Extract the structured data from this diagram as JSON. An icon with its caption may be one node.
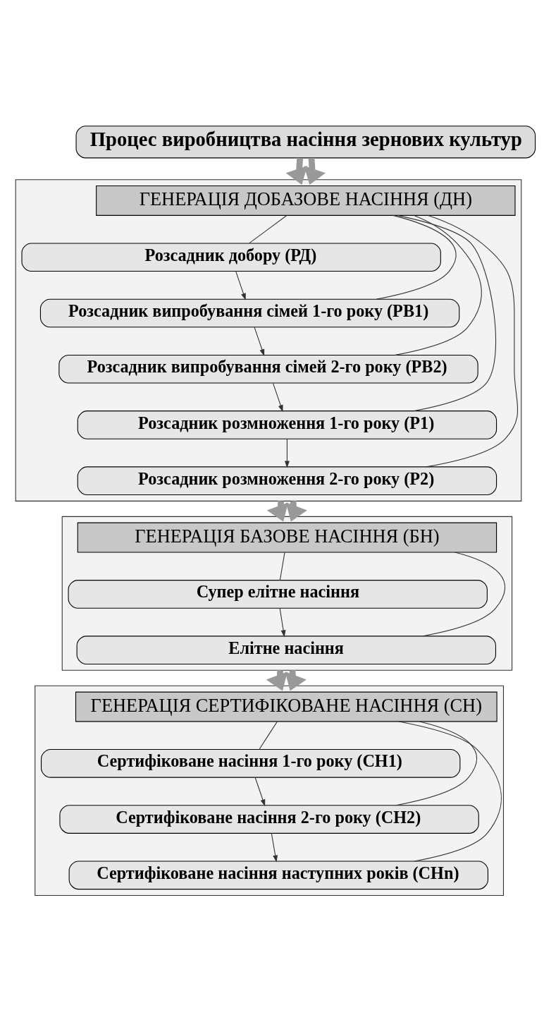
{
  "diagram": {
    "nodes": [
      {
        "text": [
          "Процес виробництва насіння зернових культур"
        ]
      },
      {
        "text": [],
        "shape": "box"
      },
      {
        "text": [
          "ГЕНЕРАЦІЯ ДОБАЗОВЕ НАСІННЯ (ДН)"
        ],
        "in": 1
      },
      {
        "text": [
          "Розсадник добору (РД)"
        ],
        "in": 1
      },
      {
        "text": [
          "Розсадник випробування сімей 1-го року (РВ1)"
        ],
        "in": 1
      },
      {
        "text": [
          "Розсадник випробування сімей 2-го року (РВ2)"
        ],
        "in": 1
      },
      {
        "text": [
          "Розсадник розмноження 1-го року (Р1)"
        ],
        "in": 1
      },
      {
        "text": [
          "Розсадник розмноження 2-го року (Р2)"
        ],
        "in": 1
      },
      {
        "text": [],
        "shape": "box"
      },
      {
        "text": [
          "ГЕНЕРАЦІЯ БАЗОВЕ НАСІННЯ (БН)"
        ],
        "in": 8
      },
      {
        "text": [
          "Супер елітне насіння"
        ],
        "in": 8
      },
      {
        "text": [
          "Елітне насіння"
        ],
        "in": 8
      },
      {
        "text": [],
        "shape": "box"
      },
      {
        "text": [
          "ГЕНЕРАЦІЯ СЕРТИФІКОВАНЕ НАСІННЯ (СН)"
        ],
        "in": 12
      },
      {
        "text": [
          "Сертифіковане насіння 1-го року (СН1)"
        ],
        "in": 12
      },
      {
        "text": [
          "Сертифіковане насіння 2-го року (СН2)"
        ],
        "in": 12
      },
      {
        "text": [
          "Сертифіковане насіння наступних років (СНn)"
        ],
        "in": 12
      }
    ],
    "edges": [
      {
        "from": 0,
        "to": 1,
        "arrow": "to",
        "style": "thick",
        "color": "#999999"
      },
      {
        "from": 0,
        "to": 1,
        "arrow": "to",
        "style": "thick",
        "color": "#999999"
      },
      {
        "from": 2,
        "to": 3,
        "arrow": "none"
      },
      {
        "from": 2,
        "to": 4,
        "arrow": "none"
      },
      {
        "from": 2,
        "to": 5,
        "arrow": "none"
      },
      {
        "from": 2,
        "to": 6,
        "arrow": "none"
      },
      {
        "from": 2,
        "to": 7,
        "arrow": "none"
      },
      {
        "from": 3,
        "to": 4,
        "arrow": "to"
      },
      {
        "from": 4,
        "to": 5,
        "arrow": "to"
      },
      {
        "from": 5,
        "to": 6,
        "arrow": "to"
      },
      {
        "from": 6,
        "to": 7,
        "arrow": "to"
      },
      {
        "from": 1,
        "to": 8,
        "arrow": "to",
        "style": "thick",
        "color": "#999999"
      },
      {
        "from": 1,
        "to": 8,
        "arrow": "to",
        "style": "thick",
        "color": "#999999"
      },
      {
        "from": 9,
        "to": 10,
        "arrow": "none"
      },
      {
        "from": 9,
        "to": 11,
        "arrow": "none"
      },
      {
        "from": 10,
        "to": 11,
        "arrow": "to"
      },
      {
        "from": 8,
        "to": 12,
        "arrow": "to",
        "style": "thick",
        "color": "#999999"
      },
      {
        "from": 8,
        "to": 12,
        "arrow": "to",
        "style": "thick",
        "color": "#999999"
      },
      {
        "from": 13,
        "to": 14,
        "arrow": "none"
      },
      {
        "from": 13,
        "to": 15,
        "arrow": "none"
      },
      {
        "from": 13,
        "to": 16,
        "arrow": "none"
      },
      {
        "from": 14,
        "to": 15,
        "arrow": "to"
      },
      {
        "from": 15,
        "to": 16,
        "arrow": "to"
      }
    ]
  }
}
